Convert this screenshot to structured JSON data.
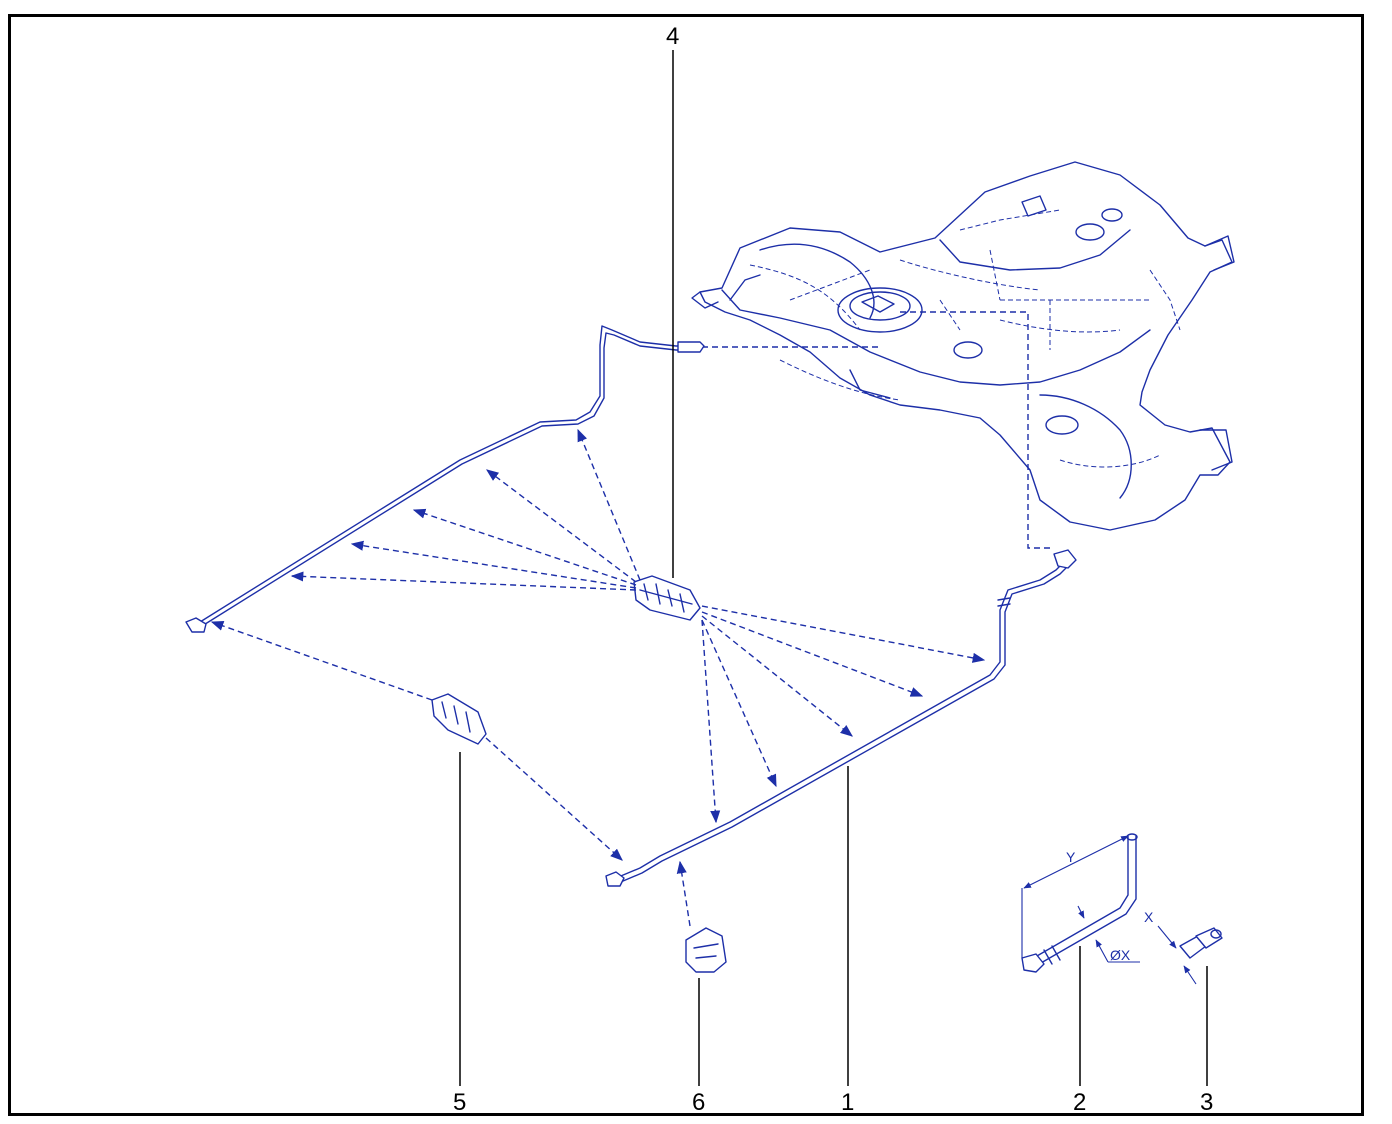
{
  "callouts": {
    "c1": "1",
    "c2": "2",
    "c3": "3",
    "c4": "4",
    "c5": "5",
    "c6": "6"
  },
  "dimensions": {
    "y": "Y",
    "x": "X",
    "diameter": "ØX"
  },
  "colors": {
    "line": "#1d2fa8",
    "callout": "#000000",
    "frame": "#000000"
  }
}
